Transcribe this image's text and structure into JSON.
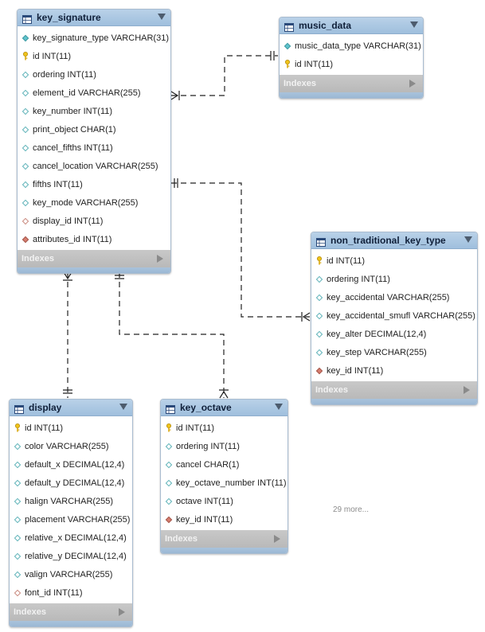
{
  "tables": [
    {
      "id": "key_signature",
      "name": "key_signature",
      "indexes_label": "Indexes",
      "columns": [
        {
          "text": "key_signature_type VARCHAR(31)",
          "icon": "filled-diamond-icon"
        },
        {
          "text": "id INT(11)",
          "icon": "primary-key-icon"
        },
        {
          "text": "ordering INT(11)",
          "icon": "column-diamond-icon"
        },
        {
          "text": "element_id VARCHAR(255)",
          "icon": "column-diamond-icon"
        },
        {
          "text": "key_number INT(11)",
          "icon": "column-diamond-icon"
        },
        {
          "text": "print_object CHAR(1)",
          "icon": "column-diamond-icon"
        },
        {
          "text": "cancel_fifths INT(11)",
          "icon": "column-diamond-icon"
        },
        {
          "text": "cancel_location VARCHAR(255)",
          "icon": "column-diamond-icon"
        },
        {
          "text": "fifths INT(11)",
          "icon": "column-diamond-icon"
        },
        {
          "text": "key_mode VARCHAR(255)",
          "icon": "column-diamond-icon"
        },
        {
          "text": "display_id INT(11)",
          "icon": "foreign-key-hollow-icon"
        },
        {
          "text": "attributes_id INT(11)",
          "icon": "foreign-key-icon"
        }
      ]
    },
    {
      "id": "music_data",
      "name": "music_data",
      "indexes_label": "Indexes",
      "columns": [
        {
          "text": "music_data_type VARCHAR(31)",
          "icon": "filled-diamond-icon"
        },
        {
          "text": "id INT(11)",
          "icon": "primary-key-icon"
        }
      ]
    },
    {
      "id": "non_traditional_key_type",
      "name": "non_traditional_key_type",
      "indexes_label": "Indexes",
      "columns": [
        {
          "text": "id INT(11)",
          "icon": "primary-key-icon"
        },
        {
          "text": "ordering INT(11)",
          "icon": "column-diamond-icon"
        },
        {
          "text": "key_accidental VARCHAR(255)",
          "icon": "column-diamond-icon"
        },
        {
          "text": "key_accidental_smufl VARCHAR(255)",
          "icon": "column-diamond-icon"
        },
        {
          "text": "key_alter DECIMAL(12,4)",
          "icon": "column-diamond-icon"
        },
        {
          "text": "key_step VARCHAR(255)",
          "icon": "column-diamond-icon"
        },
        {
          "text": "key_id INT(11)",
          "icon": "foreign-key-icon"
        }
      ]
    },
    {
      "id": "display",
      "name": "display",
      "indexes_label": "Indexes",
      "columns": [
        {
          "text": "id INT(11)",
          "icon": "primary-key-icon"
        },
        {
          "text": "color VARCHAR(255)",
          "icon": "column-diamond-icon"
        },
        {
          "text": "default_x DECIMAL(12,4)",
          "icon": "column-diamond-icon"
        },
        {
          "text": "default_y DECIMAL(12,4)",
          "icon": "column-diamond-icon"
        },
        {
          "text": "halign VARCHAR(255)",
          "icon": "column-diamond-icon"
        },
        {
          "text": "placement VARCHAR(255)",
          "icon": "column-diamond-icon"
        },
        {
          "text": "relative_x DECIMAL(12,4)",
          "icon": "column-diamond-icon"
        },
        {
          "text": "relative_y DECIMAL(12,4)",
          "icon": "column-diamond-icon"
        },
        {
          "text": "valign VARCHAR(255)",
          "icon": "column-diamond-icon"
        },
        {
          "text": "font_id INT(11)",
          "icon": "foreign-key-hollow-icon"
        }
      ]
    },
    {
      "id": "key_octave",
      "name": "key_octave",
      "indexes_label": "Indexes",
      "columns": [
        {
          "text": "id INT(11)",
          "icon": "primary-key-icon"
        },
        {
          "text": "ordering INT(11)",
          "icon": "column-diamond-icon"
        },
        {
          "text": "cancel CHAR(1)",
          "icon": "column-diamond-icon"
        },
        {
          "text": "key_octave_number INT(11)",
          "icon": "column-diamond-icon"
        },
        {
          "text": "octave INT(11)",
          "icon": "column-diamond-icon"
        },
        {
          "text": "key_id INT(11)",
          "icon": "foreign-key-icon"
        }
      ]
    }
  ],
  "more_label": "29 more...",
  "colors": {
    "header": "#a8c6e4",
    "connector": "#222222",
    "indexes_bar": "#bdbdbd",
    "primary_key": "#f0c419",
    "foreign_key": "#d67d6f"
  }
}
